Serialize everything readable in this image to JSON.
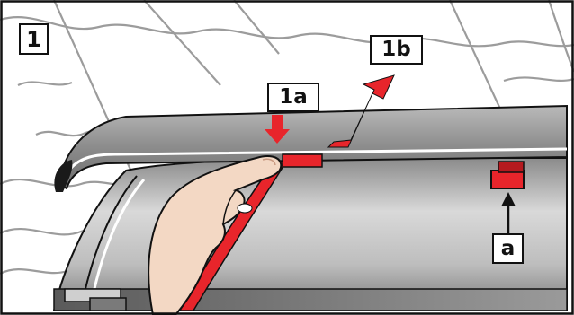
{
  "labels": {
    "step": "1",
    "step_a": "1a",
    "step_b": "1b",
    "part_a": "a"
  },
  "colors": {
    "accent_red": "#e8252b",
    "cover_gray": "#8a8a8a",
    "outline": "#111111",
    "skin": "#f3d8c4"
  },
  "icons": {
    "press_arrow": "arrow-down",
    "lift_arrow": "arrow-up-right",
    "pointer_arrow": "arrow-up"
  }
}
